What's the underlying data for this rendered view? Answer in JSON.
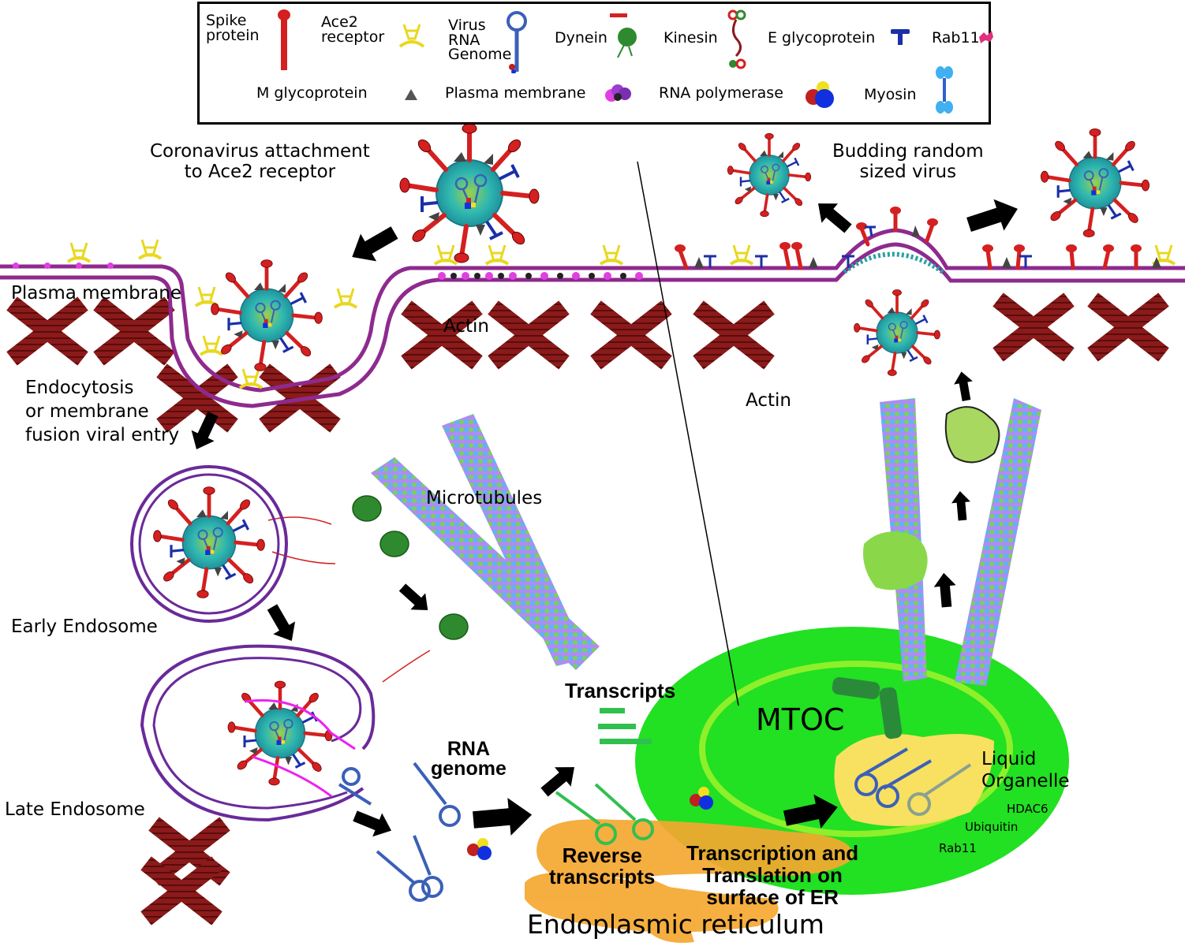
{
  "legend": {
    "items": [
      {
        "label": "Spike\nprotein",
        "icon": "spike-protein-icon",
        "color": "#d42020"
      },
      {
        "label": "Ace2\nreceptor",
        "icon": "ace2-receptor-icon",
        "color": "#f0e020"
      },
      {
        "label": "Virus\nRNA\nGenome",
        "icon": "rna-genome-icon",
        "color": "#3a6cc0"
      },
      {
        "label": "Dynein",
        "icon": "dynein-icon",
        "color": "#2f8a2f"
      },
      {
        "label": "Kinesin",
        "icon": "kinesin-icon",
        "color": "#1f6a2a"
      },
      {
        "label": "E glycoprotein",
        "icon": "e-glycoprotein-icon",
        "color": "#1a2fa8"
      },
      {
        "label": "Rab11",
        "icon": "rab11-icon",
        "color": "#e03080"
      },
      {
        "label": "M glycoprotein",
        "icon": "m-glycoprotein-icon",
        "color": "#555555"
      },
      {
        "label": "Plasma membrane",
        "icon": "plasma-membrane-icon",
        "color": "#9a3fd0"
      },
      {
        "label": "RNA polymerase",
        "icon": "rna-polymerase-icon",
        "color": "#1030e0"
      },
      {
        "label": "Myosin",
        "icon": "myosin-icon",
        "color": "#40b0f0"
      }
    ]
  },
  "labels": {
    "attachment": "Coronavirus attachment\nto Ace2 receptor",
    "budding": "Budding random\nsized virus",
    "plasma_membrane": "Plasma membrane",
    "actin_1": "Actin",
    "actin_2": "Actin",
    "endocytosis": "Endocytosis\nor membrane\nfusion viral entry",
    "microtubules": "Microtubules",
    "early_endosome": "Early Endosome",
    "late_endosome": "Late Endosome",
    "transcripts": "Transcripts",
    "rna_genome": "RNA\ngenome",
    "mtoc": "MTOC",
    "liquid_organelle": "Liquid\nOrganelle",
    "hdac6": "HDAC6",
    "ubiquitin": "Ubiquitin",
    "rab11": "Rab11",
    "reverse_transcripts": "Reverse\ntranscripts",
    "transcription_translation": "Transcription and\nTranslation on\nsurface of ER",
    "er": "Endoplasmic reticulum"
  },
  "colors": {
    "membrane": "#8e2a8e",
    "actin": "#8b1a1a",
    "nucleus": "#22e022",
    "nucleus_ring": "#8ef02a",
    "er": "#f5a830",
    "liquid_organelle": "#f8e060",
    "virus_body": "#2ab0b0",
    "spike": "#d42020",
    "endosome": "#6a2a9a",
    "arrow": "#000000"
  }
}
